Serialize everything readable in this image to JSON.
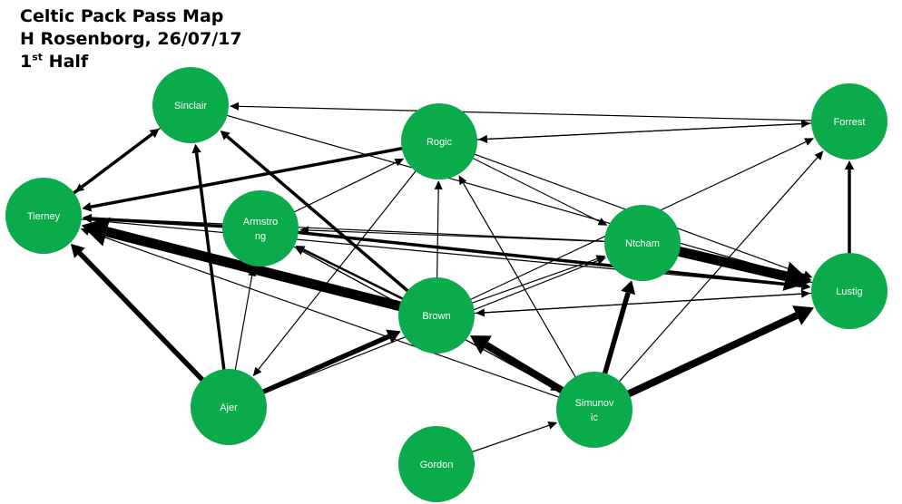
{
  "title": {
    "line1": "Celtic Pack Pass Map",
    "line2": "H Rosenborg, 26/07/17",
    "line3_main": "1",
    "line3_sup": "st",
    "line3_rest": " Half"
  },
  "colors": {
    "node_fill": "#0bab4b",
    "edge_stroke": "#000000",
    "label_color": "#ffffff"
  },
  "nodes": [
    {
      "id": "sinclair",
      "label": [
        "Sinclair"
      ]
    },
    {
      "id": "rogic",
      "label": [
        "Rogic"
      ]
    },
    {
      "id": "forrest",
      "label": [
        "Forrest"
      ]
    },
    {
      "id": "tierney",
      "label": [
        "Tierney"
      ]
    },
    {
      "id": "armstrong",
      "label": [
        "Armstro",
        "ng"
      ]
    },
    {
      "id": "ntcham",
      "label": [
        "Ntcham"
      ]
    },
    {
      "id": "lustig",
      "label": [
        "Lustig"
      ]
    },
    {
      "id": "brown",
      "label": [
        "Brown"
      ]
    },
    {
      "id": "ajer",
      "label": [
        "Ajer"
      ]
    },
    {
      "id": "simunovic",
      "label": [
        "Simunov",
        "ic"
      ]
    },
    {
      "id": "gordon",
      "label": [
        "Gordon"
      ]
    }
  ],
  "edges": [
    {
      "from": "brown",
      "to": "tierney",
      "weight": 5
    },
    {
      "from": "ntcham",
      "to": "lustig",
      "weight": 5
    },
    {
      "from": "simunovic",
      "to": "brown",
      "weight": 4
    },
    {
      "from": "simunovic",
      "to": "lustig",
      "weight": 4
    },
    {
      "from": "simunovic",
      "to": "ntcham",
      "weight": 3
    },
    {
      "from": "ajer",
      "to": "brown",
      "weight": 3
    },
    {
      "from": "ajer",
      "to": "tierney",
      "weight": 3
    },
    {
      "from": "rogic",
      "to": "tierney",
      "weight": 2
    },
    {
      "from": "brown",
      "to": "sinclair",
      "weight": 2
    },
    {
      "from": "armstrong",
      "to": "tierney",
      "weight": 2
    },
    {
      "from": "tierney",
      "to": "sinclair",
      "weight": 2
    },
    {
      "from": "ajer",
      "to": "sinclair",
      "weight": 2
    },
    {
      "from": "lustig",
      "to": "forrest",
      "weight": 2
    },
    {
      "from": "armstrong",
      "to": "lustig",
      "weight": 2
    },
    {
      "from": "brown",
      "to": "armstrong",
      "weight": 1.5
    },
    {
      "from": "sinclair",
      "to": "tierney",
      "weight": 1
    },
    {
      "from": "forrest",
      "to": "sinclair",
      "weight": 1
    },
    {
      "from": "forrest",
      "to": "rogic",
      "weight": 1
    },
    {
      "from": "rogic",
      "to": "forrest",
      "weight": 1
    },
    {
      "from": "rogic",
      "to": "lustig",
      "weight": 1
    },
    {
      "from": "rogic",
      "to": "ntcham",
      "weight": 1
    },
    {
      "from": "rogic",
      "to": "ajer",
      "weight": 1
    },
    {
      "from": "sinclair",
      "to": "lustig",
      "weight": 1
    },
    {
      "from": "armstrong",
      "to": "rogic",
      "weight": 1
    },
    {
      "from": "ntcham",
      "to": "armstrong",
      "weight": 1
    },
    {
      "from": "ntcham",
      "to": "tierney",
      "weight": 1
    },
    {
      "from": "lustig",
      "to": "ntcham",
      "weight": 1
    },
    {
      "from": "lustig",
      "to": "brown",
      "weight": 1
    },
    {
      "from": "brown",
      "to": "rogic",
      "weight": 1
    },
    {
      "from": "brown",
      "to": "forrest",
      "weight": 1
    },
    {
      "from": "brown",
      "to": "lustig",
      "weight": 1
    },
    {
      "from": "brown",
      "to": "ntcham",
      "weight": 1
    },
    {
      "from": "tierney",
      "to": "lustig",
      "weight": 1
    },
    {
      "from": "simunovic",
      "to": "rogic",
      "weight": 1
    },
    {
      "from": "simunovic",
      "to": "forrest",
      "weight": 1
    },
    {
      "from": "simunovic",
      "to": "tierney",
      "weight": 1
    },
    {
      "from": "simunovic",
      "to": "armstrong",
      "weight": 1
    },
    {
      "from": "ajer",
      "to": "armstrong",
      "weight": 1
    },
    {
      "from": "ajer",
      "to": "ntcham",
      "weight": 1
    },
    {
      "from": "armstrong",
      "to": "simunovic",
      "weight": 1
    },
    {
      "from": "gordon",
      "to": "simunovic",
      "weight": 1
    }
  ]
}
